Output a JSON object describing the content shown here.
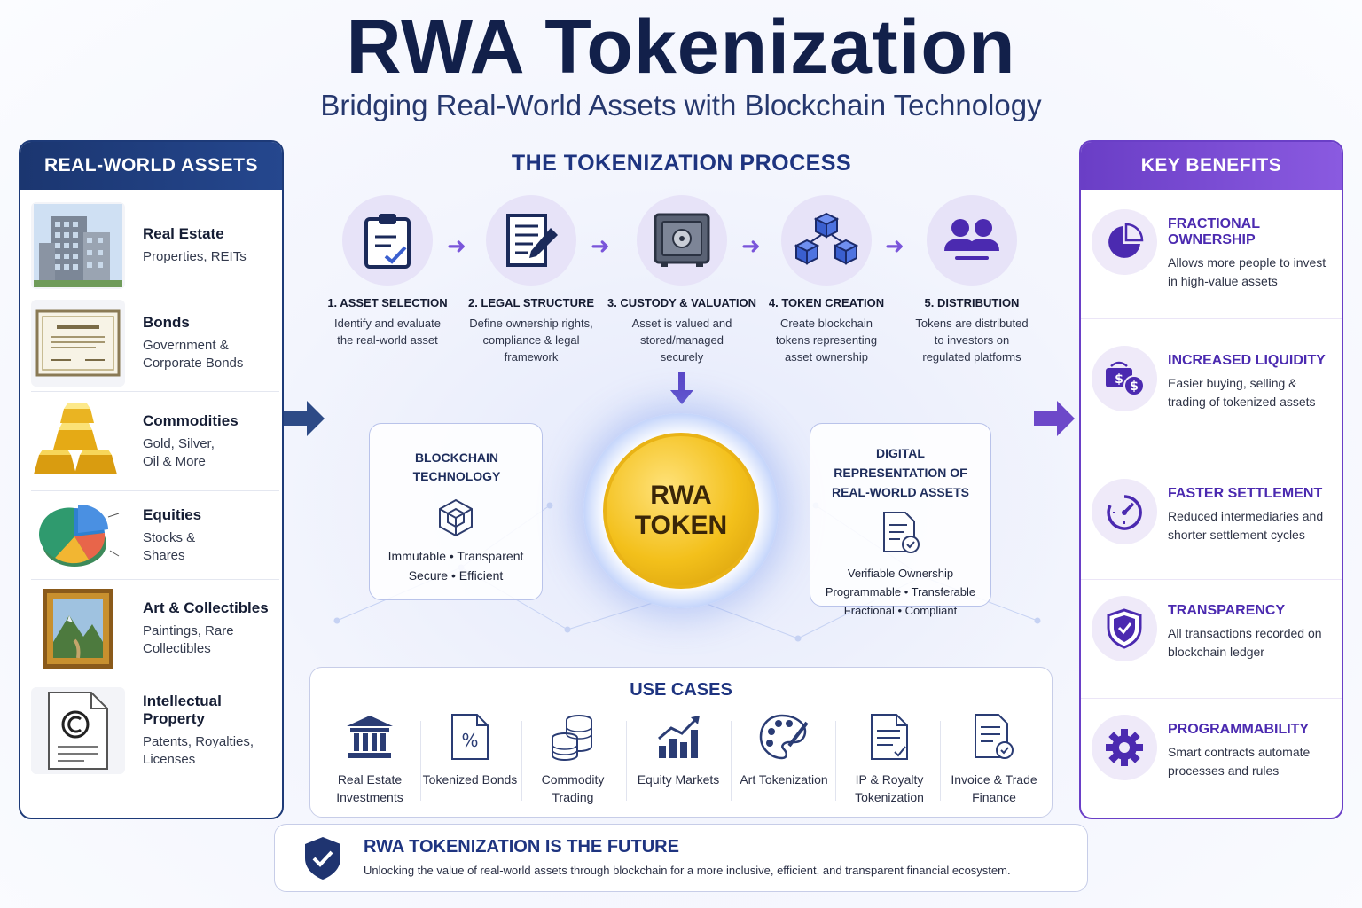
{
  "title": "RWA Tokenization",
  "subtitle": "Bridging Real-World Assets with Blockchain Technology",
  "left_panel": {
    "header": "REAL-WORLD ASSETS",
    "items": [
      {
        "title": "Real Estate",
        "desc": "Properties, REITs",
        "icon": "building-icon"
      },
      {
        "title": "Bonds",
        "desc": "Government & Corporate Bonds",
        "icon": "certificate-icon"
      },
      {
        "title": "Commodities",
        "desc": "Gold, Silver, Oil & More",
        "icon": "gold-bars-icon"
      },
      {
        "title": "Equities",
        "desc": "Stocks & Shares",
        "icon": "pie-chart-icon"
      },
      {
        "title": "Art & Collectibles",
        "desc": "Paintings, Rare Collectibles",
        "icon": "painting-icon"
      },
      {
        "title": "Intellectual Property",
        "desc": "Patents, Royalties, Licenses",
        "icon": "copyright-document-icon"
      }
    ]
  },
  "process": {
    "title": "THE TOKENIZATION PROCESS",
    "steps": [
      {
        "title": "1. ASSET SELECTION",
        "desc": "Identify and evaluate the real-world asset",
        "icon": "clipboard-check-icon"
      },
      {
        "title": "2. LEGAL STRUCTURE",
        "desc": "Define ownership rights, compliance & legal framework",
        "icon": "document-pen-icon"
      },
      {
        "title": "3. CUSTODY & VALUATION",
        "desc": "Asset is valued and stored/managed securely",
        "icon": "safe-icon"
      },
      {
        "title": "4. TOKEN CREATION",
        "desc": "Create blockchain tokens representing asset ownership",
        "icon": "blocks-icon"
      },
      {
        "title": "5. DISTRIBUTION",
        "desc": "Tokens are distributed to investors on regulated platforms",
        "icon": "investors-icon"
      }
    ]
  },
  "blockchain_box": {
    "title": "BLOCKCHAIN TECHNOLOGY",
    "line1": "Immutable • Transparent",
    "line2": "Secure • Efficient",
    "icon": "cube-icon"
  },
  "token": {
    "line1": "RWA",
    "line2": "TOKEN"
  },
  "digital_box": {
    "title": "DIGITAL REPRESENTATION OF REAL-WORLD ASSETS",
    "line1": "Verifiable Ownership",
    "line2": "Programmable • Transferable",
    "line3": "Fractional • Compliant",
    "icon": "verified-document-icon"
  },
  "use_cases": {
    "title": "USE CASES",
    "items": [
      {
        "label": "Real Estate Investments",
        "icon": "bank-icon"
      },
      {
        "label": "Tokenized Bonds",
        "icon": "percent-document-icon"
      },
      {
        "label": "Commodity Trading",
        "icon": "coin-stack-icon"
      },
      {
        "label": "Equity Markets",
        "icon": "bar-growth-icon"
      },
      {
        "label": "Art Tokenization",
        "icon": "palette-icon"
      },
      {
        "label": "IP & Royalty Tokenization",
        "icon": "ip-document-icon"
      },
      {
        "label": "Invoice & Trade Finance",
        "icon": "invoice-check-icon"
      }
    ]
  },
  "right_panel": {
    "header": "KEY BENEFITS",
    "items": [
      {
        "title": "FRACTIONAL OWNERSHIP",
        "desc": "Allows more people to invest in high-value assets",
        "icon": "fraction-pie-icon"
      },
      {
        "title": "INCREASED LIQUIDITY",
        "desc": "Easier buying, selling & trading of tokenized assets",
        "icon": "cash-coin-icon"
      },
      {
        "title": "FASTER SETTLEMENT",
        "desc": "Reduced intermediaries and shorter settlement cycles",
        "icon": "stopwatch-icon"
      },
      {
        "title": "TRANSPARENCY",
        "desc": "All transactions recorded on blockchain ledger",
        "icon": "shield-check-icon"
      },
      {
        "title": "PROGRAMMABILITY",
        "desc": "Smart contracts automate processes and rules",
        "icon": "gear-icon"
      }
    ]
  },
  "footer": {
    "title": "RWA TOKENIZATION IS THE FUTURE",
    "desc": "Unlocking the value of real-world assets through blockchain for a more inclusive, efficient, and transparent financial ecosystem.",
    "icon": "shield-check-icon"
  },
  "colors": {
    "navy": "#12204a",
    "purple": "#6a3fc7",
    "gold": "#f3c01b"
  }
}
